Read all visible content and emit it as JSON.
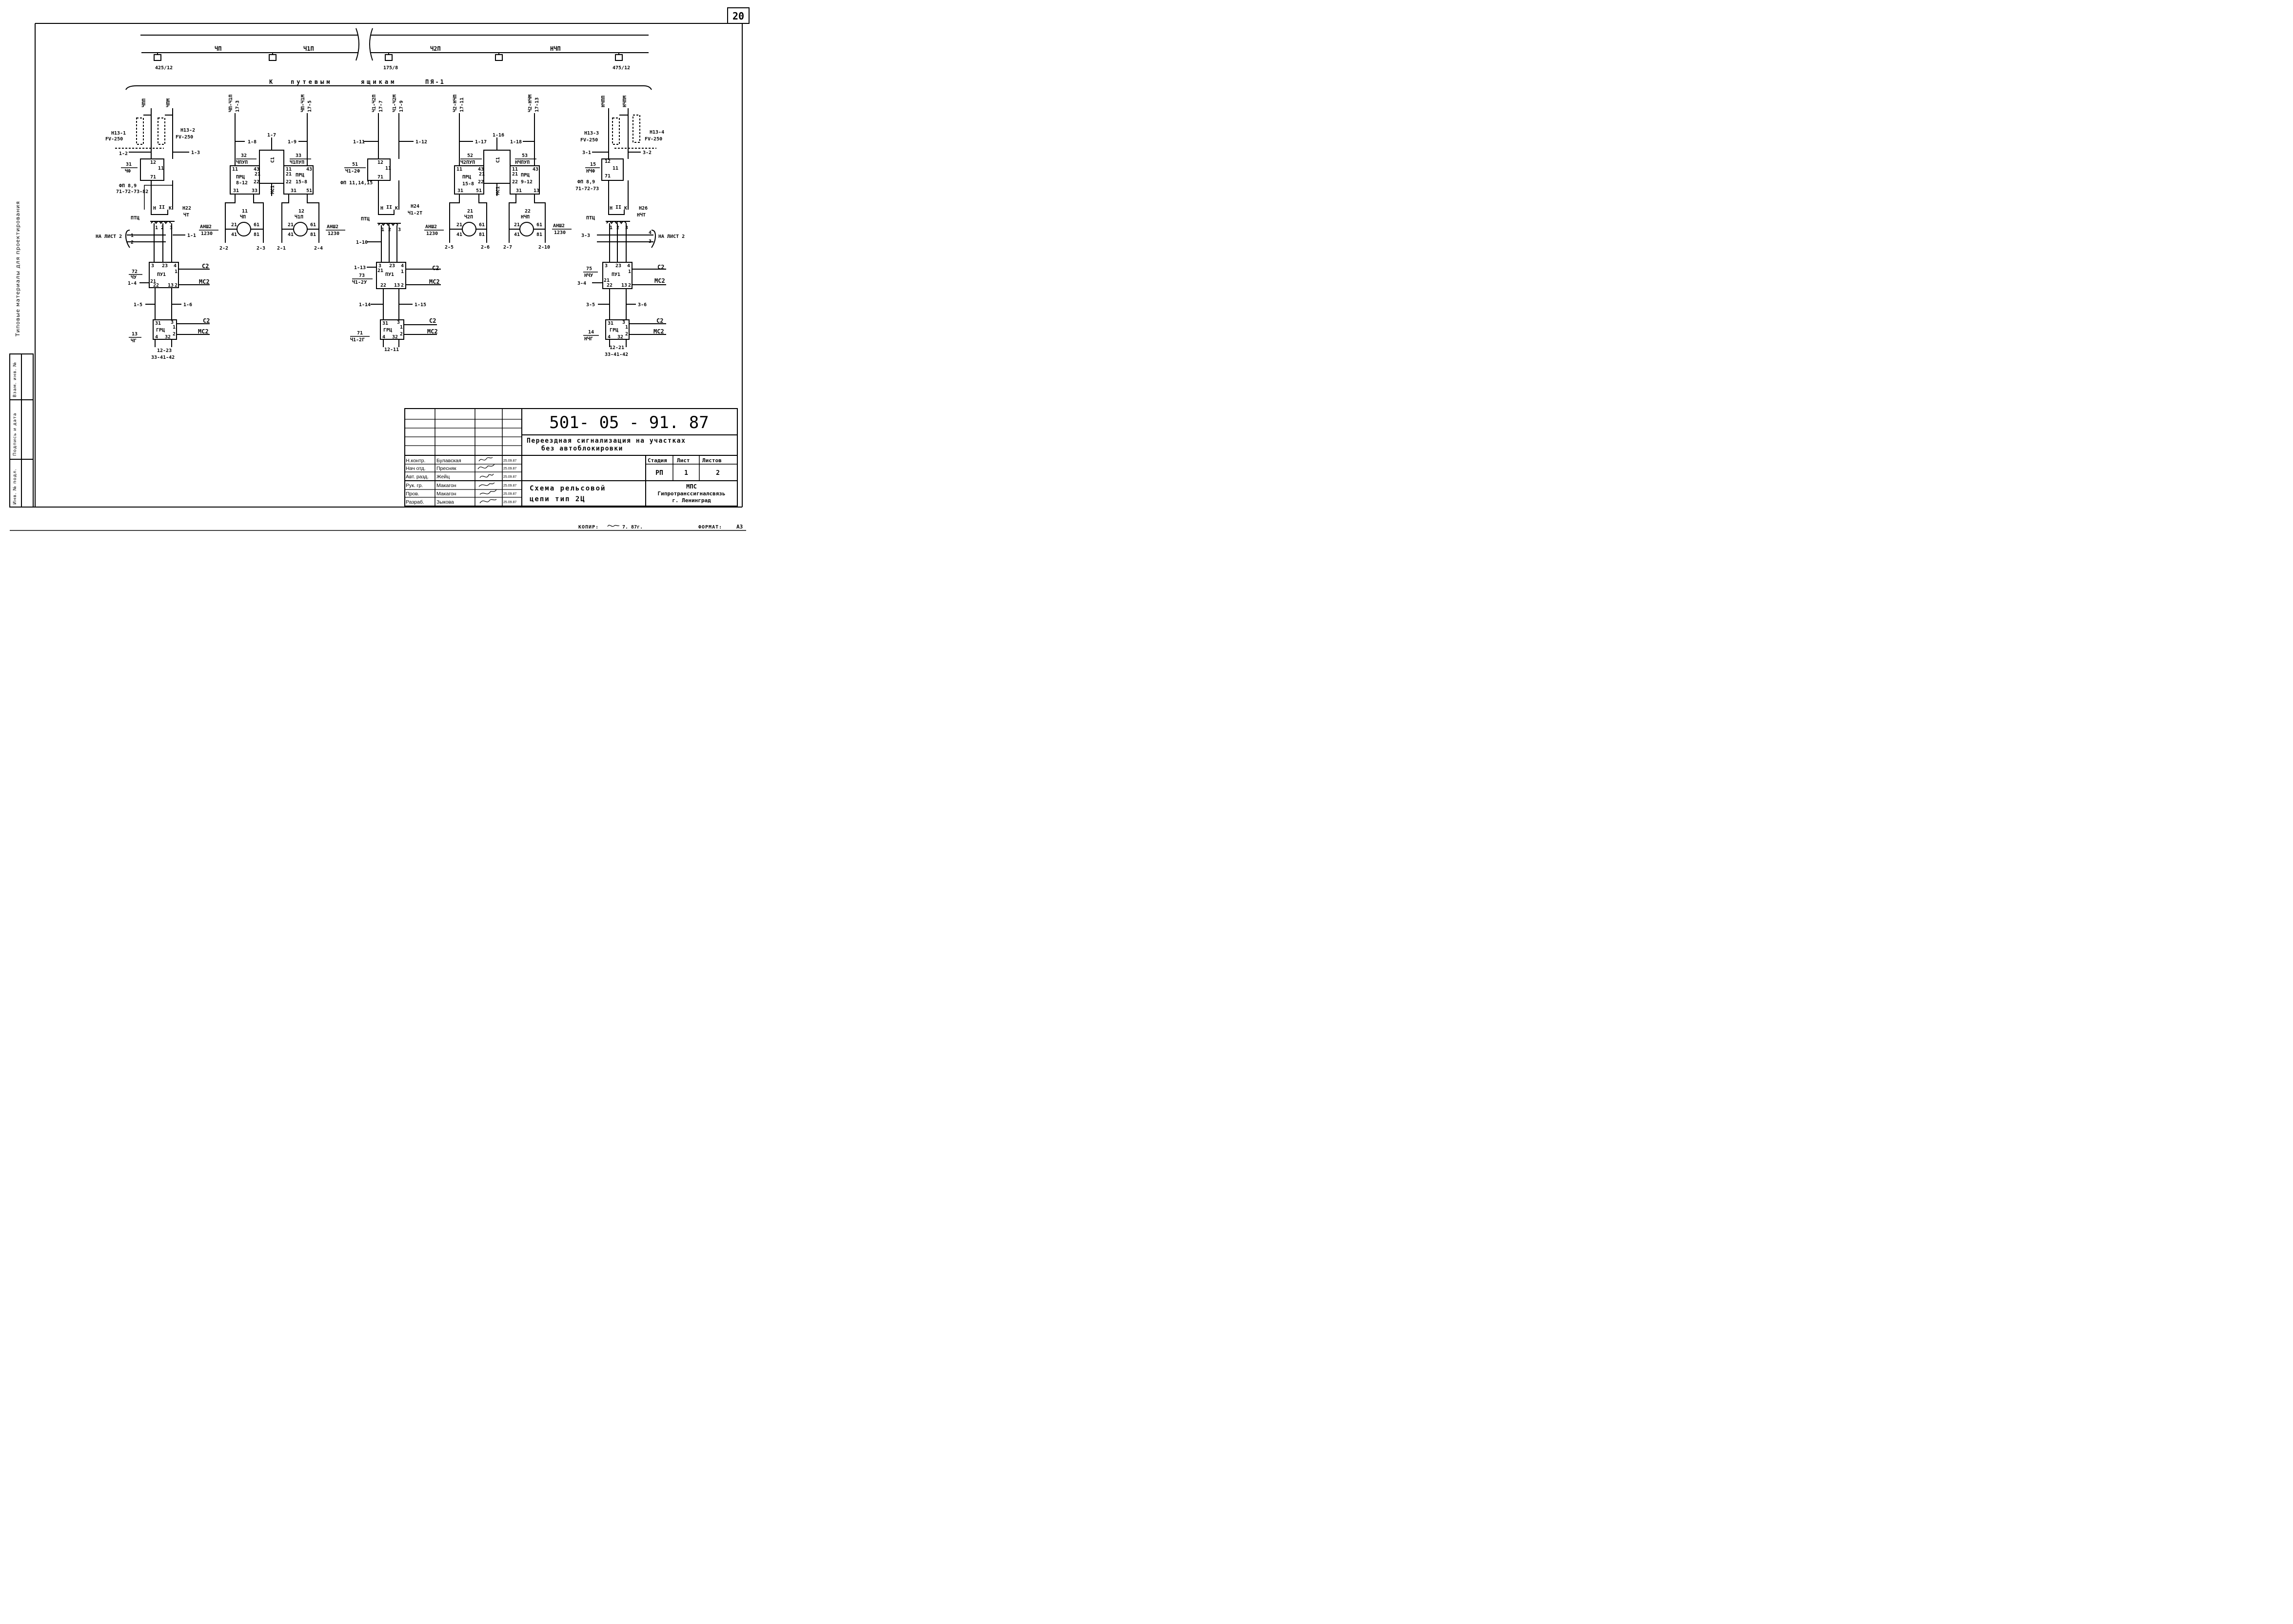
{
  "sheet_number": "20",
  "side_margin": {
    "main": "Типовые материалы для проектирования",
    "inv_podl": "Инв. № подл.",
    "podpis_data": "Подпись и дата",
    "vzam_inv": "Взам. инв. №"
  },
  "bus": {
    "segments": [
      "ЧП",
      "Ч1П",
      "Ч2П",
      "НЧП"
    ],
    "terminals": [
      "425/12",
      "175/8",
      "475/12"
    ],
    "caption": [
      "К",
      "путевым",
      "ящикам",
      "ПЯ-1"
    ]
  },
  "block1": {
    "wires": [
      "ЧПП",
      "ЧПМ"
    ],
    "fuse_left": [
      "Н13-1",
      "FV-250"
    ],
    "fuse_right": [
      "Н13-2",
      "FV-250"
    ],
    "taps": [
      "1-2",
      "1-3",
      "1-1"
    ],
    "relay_ref": [
      "31",
      "ЧФ"
    ],
    "relay_pins": [
      "12",
      "11",
      "71"
    ],
    "relay_note": [
      "ФП 8,9",
      "71-72-73-82"
    ],
    "ptc": "ПТЦ",
    "winding": [
      "Н",
      "II",
      "К"
    ],
    "trans_ref": [
      "Н22",
      "ЧТ"
    ],
    "coil_pins": [
      "1",
      "2",
      "3"
    ],
    "na_list": "НА ЛИСТ 2",
    "na_nums": [
      "1",
      "2"
    ],
    "pu_ref": [
      "72",
      "ЧУ"
    ],
    "pu_name": "ПУ1",
    "pu_pins": [
      "3",
      "23",
      "4",
      "1",
      "21",
      "22",
      "13",
      "2"
    ],
    "pu_in": "1-4",
    "c2": "С2",
    "mc2": "МС2",
    "taps2": [
      "1-5",
      "1-6"
    ],
    "grc_ref": [
      "13",
      "ЧГ"
    ],
    "grc_name": "ГРЦ",
    "grc_pins": [
      "31",
      "3",
      "1",
      "4",
      "32",
      "2"
    ],
    "grc_c2": "С2",
    "grc_mc2": "МС2",
    "bottom": [
      "12-23",
      "33-41-42"
    ]
  },
  "block2": {
    "wires": [
      [
        "ЧП-Ч1П",
        "17-3"
      ],
      [
        "ЧП-Ч1М",
        "17-5"
      ]
    ],
    "taps": [
      "1-8",
      "1-7",
      "1-9"
    ],
    "c1": "С1",
    "mc1": "МС1",
    "r1_ref": [
      "32",
      "ЧПУП"
    ],
    "r2_ref": [
      "33",
      "Ч1ПУП"
    ],
    "r1": [
      "ПРЦ",
      "8-12",
      "11",
      "43",
      "21",
      "22",
      "31",
      "33"
    ],
    "r2": [
      "ПРЦ",
      "15-8",
      "11",
      "43",
      "21",
      "22",
      "31",
      "51"
    ],
    "d1": [
      "11",
      "ЧП",
      "21",
      "61",
      "41",
      "81"
    ],
    "d2": [
      "12",
      "Ч1П",
      "21",
      "61",
      "41",
      "81"
    ],
    "ansh": [
      "АНШ2",
      "1230"
    ],
    "ansh2": [
      "АНШ2",
      "1230"
    ],
    "bottom": [
      "2-2",
      "2-3",
      "2-1",
      "2-4"
    ]
  },
  "block3": {
    "wires": [
      [
        "Ч1-Ч2П",
        "17-7"
      ],
      [
        "Ч1-Ч2М",
        "17-9"
      ]
    ],
    "taps": [
      "1-11",
      "1-12",
      "1-10",
      "1-13",
      "1-14",
      "1-15"
    ],
    "relay_ref": [
      "51",
      "Ч1-2Ф"
    ],
    "relay_pins": [
      "12",
      "11",
      "71"
    ],
    "relay_note": "ФП 11,14,15",
    "ptc": "ПТЦ",
    "winding": [
      "Н",
      "II",
      "К"
    ],
    "trans_ref": [
      "Н24",
      "Ч1-2Т"
    ],
    "coil_pins": [
      "1",
      "2",
      "3"
    ],
    "pu_ref": [
      "73",
      "Ч1-2У"
    ],
    "pu_name": "ПУ1",
    "pu_pins": [
      "3",
      "23",
      "4",
      "21",
      "1",
      "22",
      "13",
      "2"
    ],
    "c2": "С2",
    "mc2": "МС2",
    "grc_ref": [
      "71",
      "Ч1-2Г"
    ],
    "grc_name": "ГРЦ",
    "grc_pins": [
      "31",
      "3",
      "1",
      "4",
      "32",
      "2"
    ],
    "grc_c2": "С2",
    "grc_mc2": "МС2",
    "bottom": "12-11"
  },
  "block4": {
    "wires": [
      [
        "Ч2-НЧП",
        "17-11"
      ],
      [
        "Ч2-НЧМ",
        "17-13"
      ]
    ],
    "taps": [
      "1-17",
      "1-16",
      "1-18"
    ],
    "c1": "С1",
    "mc1": "МС1",
    "r1_ref": [
      "52",
      "Ч2ПУП"
    ],
    "r2_ref": [
      "53",
      "НЧПУП"
    ],
    "r1": [
      "ПРЦ",
      "15-8",
      "11",
      "43",
      "21",
      "22",
      "31",
      "51"
    ],
    "r2": [
      "ПРЦ",
      "9-12",
      "11",
      "43",
      "21",
      "22",
      "31",
      "13"
    ],
    "d1": [
      "21",
      "Ч2П",
      "21",
      "61",
      "41",
      "81"
    ],
    "d2": [
      "22",
      "НЧП",
      "21",
      "61",
      "41",
      "81"
    ],
    "ansh": [
      "АНШ2",
      "1230"
    ],
    "ansh2": [
      "АНШ2",
      "1230"
    ],
    "bottom": [
      "2-5",
      "2-6",
      "2-7",
      "2-10"
    ]
  },
  "block5": {
    "wires": [
      "НЧПП",
      "НЧПМ"
    ],
    "fuse_left": [
      "Н13-3",
      "FV-250"
    ],
    "fuse_right": [
      "Н13-4",
      "FV-250"
    ],
    "taps": [
      "3-1",
      "3-2",
      "3-3"
    ],
    "relay_ref": [
      "15",
      "НЧФ"
    ],
    "relay_pins": [
      "12",
      "11",
      "71"
    ],
    "relay_note": [
      "ФП 8,9",
      "71-72-73"
    ],
    "ptc": "ПТЦ",
    "winding": [
      "Н",
      "II",
      "К"
    ],
    "trans_ref": [
      "Н26",
      "НЧТ"
    ],
    "coil_pins": [
      "1",
      "2",
      "3"
    ],
    "na_list": "НА ЛИСТ 2",
    "na_nums": [
      "4",
      "3"
    ],
    "pu_ref": [
      "75",
      "НЧУ"
    ],
    "pu_name": "ПУ1",
    "pu_pins": [
      "3",
      "23",
      "4",
      "1",
      "21",
      "22",
      "13",
      "2"
    ],
    "pu_in": "3-4",
    "c2": "С2",
    "mc2": "МС2",
    "taps2": [
      "3-5",
      "3-6"
    ],
    "grc_ref": [
      "14",
      "НЧГ"
    ],
    "grc_name": "ГРЦ",
    "grc_pins": [
      "31",
      "3",
      "1",
      "4",
      "32",
      "2"
    ],
    "grc_c2": "С2",
    "grc_mc2": "МС2",
    "bottom": [
      "12-21",
      "33-41-42"
    ]
  },
  "title_block": {
    "doc_code": "501- 05 - 91. 87",
    "title": [
      "Переездная сигнализация на участках",
      "без автоблокировки"
    ],
    "roles": [
      {
        "role": "Н.контр.",
        "name": "Булавская",
        "date": "25.09.87"
      },
      {
        "role": "Нач отд.",
        "name": "Пресняк",
        "date": "25.09.87"
      },
      {
        "role": "Авт. разд.",
        "name": "Жейц",
        "date": "25.09.87"
      },
      {
        "role": "Рук. гр.",
        "name": "Макагон",
        "date": "25.09.87"
      },
      {
        "role": "Пров.",
        "name": "Макагон",
        "date": "25.09.87"
      },
      {
        "role": "Разраб.",
        "name": "Зыкова",
        "date": "25.09.87"
      }
    ],
    "stage_label": "Стадия",
    "sheet_label": "Лист",
    "sheets_label": "Листов",
    "stage": "РП",
    "sheet": "1",
    "sheets": "2",
    "drawing_name": [
      "Схема рельсовой",
      "цепи тип 2Ц"
    ],
    "org": [
      "МПС",
      "Гипротранссигналсвязь",
      "г. Ленинград"
    ]
  },
  "footer": {
    "kopir_label": "КОПИР:",
    "kopir_value": "7. 87г.",
    "format_label": "ФОРМАТ:",
    "format_value": "А3"
  }
}
